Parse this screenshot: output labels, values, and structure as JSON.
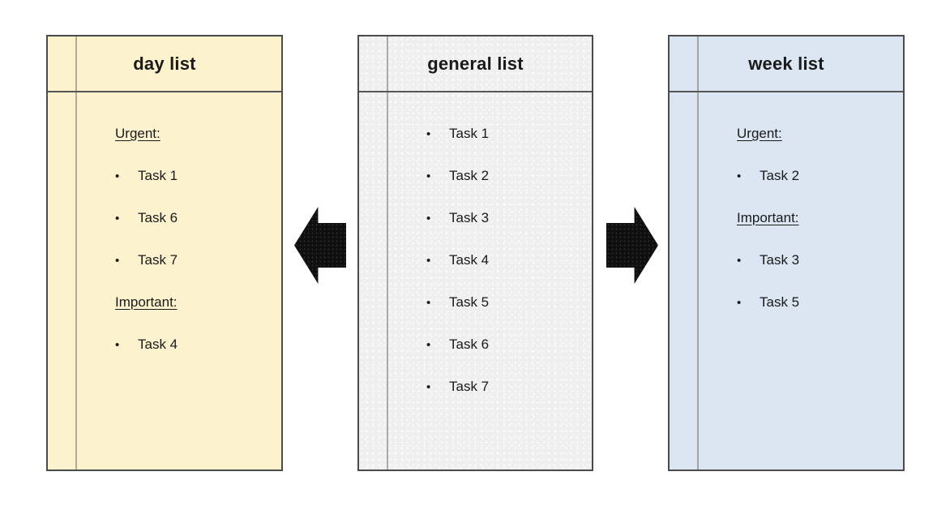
{
  "bullet_glyph": "•",
  "colors": {
    "day_list_bg": "#fdf2ce",
    "general_list_bg": "#efefef",
    "week_list_bg": "#dce6f2",
    "panel_border": "#4b4b4b",
    "arrow_fill": "#0f0f0f",
    "text": "#1a1a1a"
  },
  "panels": [
    {
      "id": "day-list",
      "title": "day list",
      "items": [
        {
          "type": "section",
          "text": "Urgent:"
        },
        {
          "type": "bullet",
          "text": "Task 1"
        },
        {
          "type": "bullet",
          "text": "Task 6"
        },
        {
          "type": "bullet",
          "text": "Task 7"
        },
        {
          "type": "section",
          "text": "Important:"
        },
        {
          "type": "bullet",
          "text": "Task 4"
        }
      ]
    },
    {
      "id": "general-list",
      "title": "general list",
      "items": [
        {
          "type": "bullet",
          "text": "Task 1"
        },
        {
          "type": "bullet",
          "text": "Task 2"
        },
        {
          "type": "bullet",
          "text": "Task 3"
        },
        {
          "type": "bullet",
          "text": "Task 4"
        },
        {
          "type": "bullet",
          "text": "Task 5"
        },
        {
          "type": "bullet",
          "text": "Task 6"
        },
        {
          "type": "bullet",
          "text": "Task 7"
        }
      ]
    },
    {
      "id": "week-list",
      "title": "week list",
      "items": [
        {
          "type": "section",
          "text": "Urgent:"
        },
        {
          "type": "bullet",
          "text": "Task 2"
        },
        {
          "type": "section",
          "text": "Important:"
        },
        {
          "type": "bullet",
          "text": "Task 3"
        },
        {
          "type": "bullet",
          "text": "Task 5"
        }
      ]
    }
  ],
  "arrows": [
    {
      "id": "arrow-left",
      "direction": "left"
    },
    {
      "id": "arrow-right",
      "direction": "right"
    }
  ]
}
